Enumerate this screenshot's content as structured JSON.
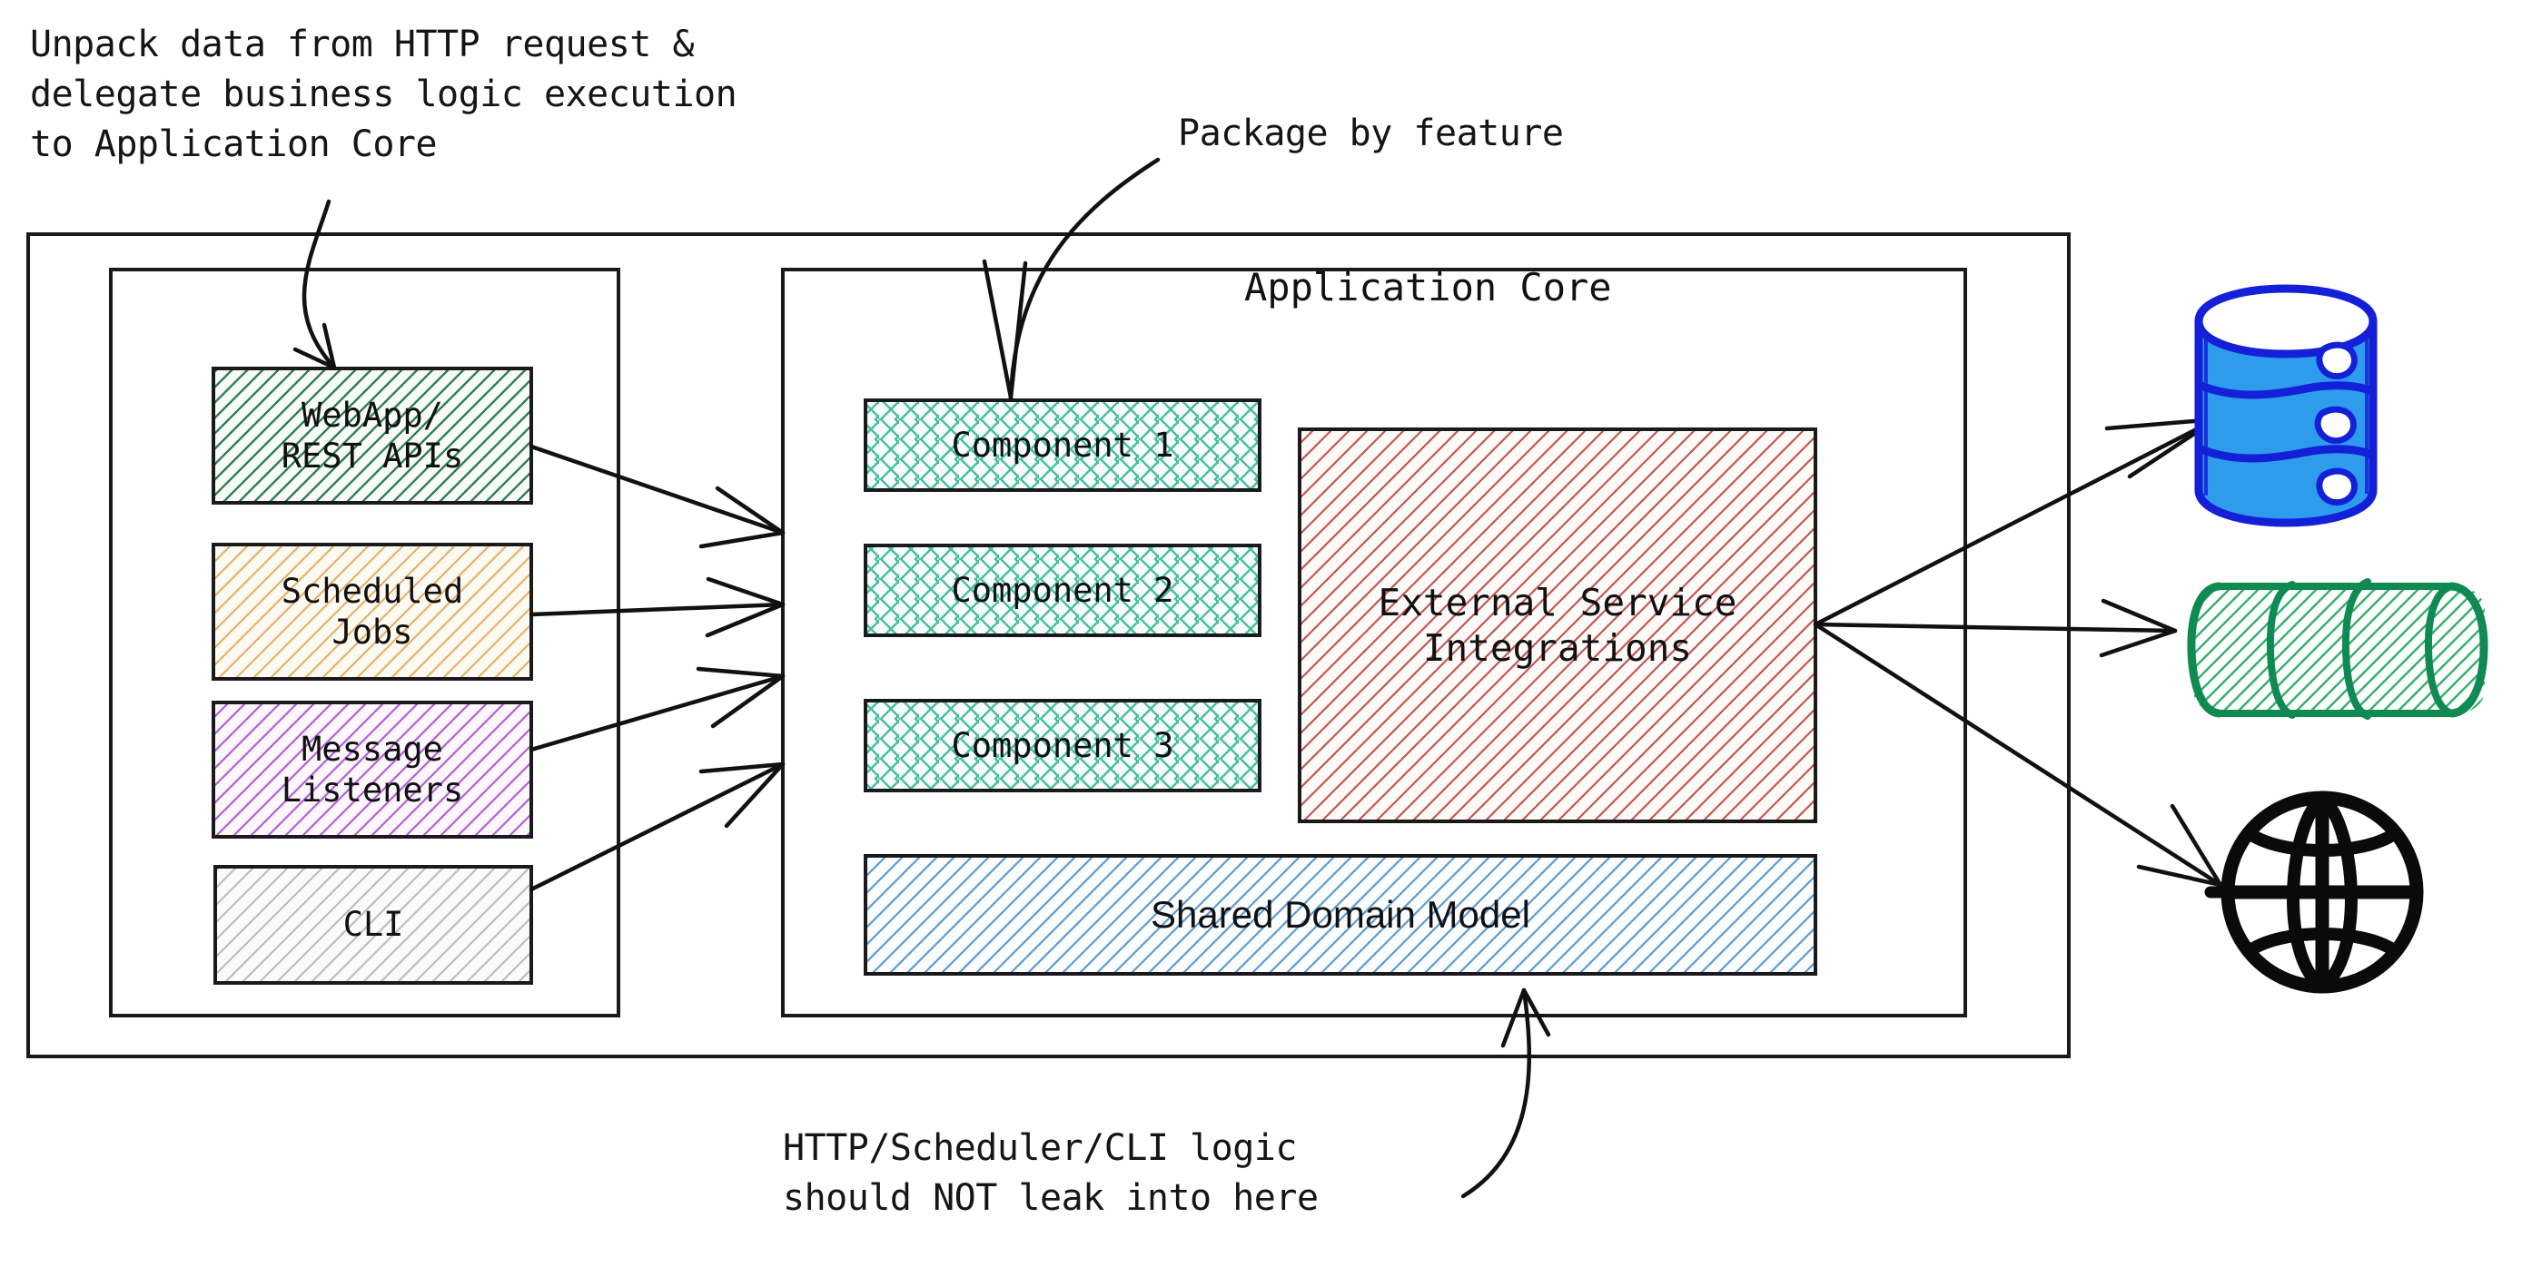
{
  "diagram": {
    "title": "Application Core",
    "annotations": [
      {
        "id": "unpack-note",
        "text": "Unpack data from HTTP request &\ndelegate business logic execution\nto Application Core"
      },
      {
        "id": "package-note",
        "text": "Package by feature"
      },
      {
        "id": "leak-note",
        "text": "HTTP/Scheduler/CLI logic\nshould NOT leak into here"
      }
    ],
    "adapters": [
      {
        "id": "webapp",
        "label": "WebApp/\nREST APIs",
        "hatch": "green-diagonal",
        "fill": "#f6fbf6",
        "stroke": "#2b7a4b"
      },
      {
        "id": "scheduled",
        "label": "Scheduled\nJobs",
        "hatch": "orange-diagonal",
        "fill": "#fdfaf2",
        "stroke": "#e3a43a"
      },
      {
        "id": "messages",
        "label": "Message\nListeners",
        "hatch": "purple-diagonal",
        "fill": "#fcf6fd",
        "stroke": "#a855c8"
      },
      {
        "id": "cli",
        "label": "CLI",
        "hatch": "gray-diagonal",
        "fill": "#fafafa",
        "stroke": "#9a9a9a"
      }
    ],
    "components": [
      {
        "id": "component-1",
        "label": "Component 1",
        "hatch": "teal-cross"
      },
      {
        "id": "component-2",
        "label": "Component 2",
        "hatch": "teal-cross"
      },
      {
        "id": "component-3",
        "label": "Component 3",
        "hatch": "teal-cross"
      }
    ],
    "external_integrations": {
      "id": "external-service-integrations",
      "label": "External Service\nIntegrations",
      "hatch": "red-diagonal",
      "fill": "#fdf9f7",
      "stroke": "#c0554f"
    },
    "shared_domain": {
      "id": "shared-domain-model",
      "label": "Shared Domain Model",
      "hatch": "blue-diagonal",
      "fill": "#fbfdff",
      "stroke": "#5b9bd5",
      "font": "sans"
    },
    "external_systems": [
      {
        "id": "database",
        "icon": "database-cylinder-icon",
        "stroke": "#1420d8",
        "fill": "#2e9ced"
      },
      {
        "id": "message-queue",
        "icon": "queue-cylinder-icon",
        "stroke": "#0f8a52",
        "fill": "#ffffff"
      },
      {
        "id": "web-service",
        "icon": "globe-icon",
        "stroke": "#0a0a0a",
        "fill": "none"
      }
    ],
    "colors": {
      "outline": "#1a1a1a",
      "text": "#111111",
      "teal_hatch": "#49bda0",
      "green_hatch": "#2b7a4b",
      "orange_hatch": "#e8b06a",
      "purple_hatch": "#b35fd4",
      "gray_hatch": "#b9b9b9",
      "red_hatch": "#c0554f",
      "blue_hatch": "#5b9bd5"
    }
  }
}
